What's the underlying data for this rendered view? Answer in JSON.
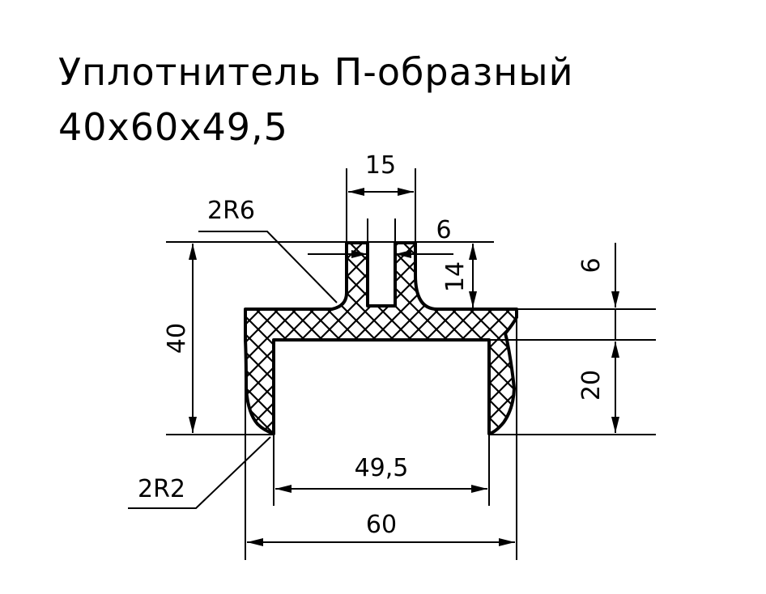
{
  "title": {
    "line1": "Уплотнитель П-образный",
    "line2": "40х60х49,5"
  },
  "dimensions": {
    "top_width": "15",
    "slot_width": "6",
    "stem_height": "14",
    "radius_top": "2R6",
    "radius_bottom": "2R2",
    "overall_height": "40",
    "top_thickness": "6",
    "inner_depth": "20",
    "inner_width": "49,5",
    "overall_width": "60"
  },
  "colors": {
    "line": "#000000",
    "background": "#ffffff"
  }
}
